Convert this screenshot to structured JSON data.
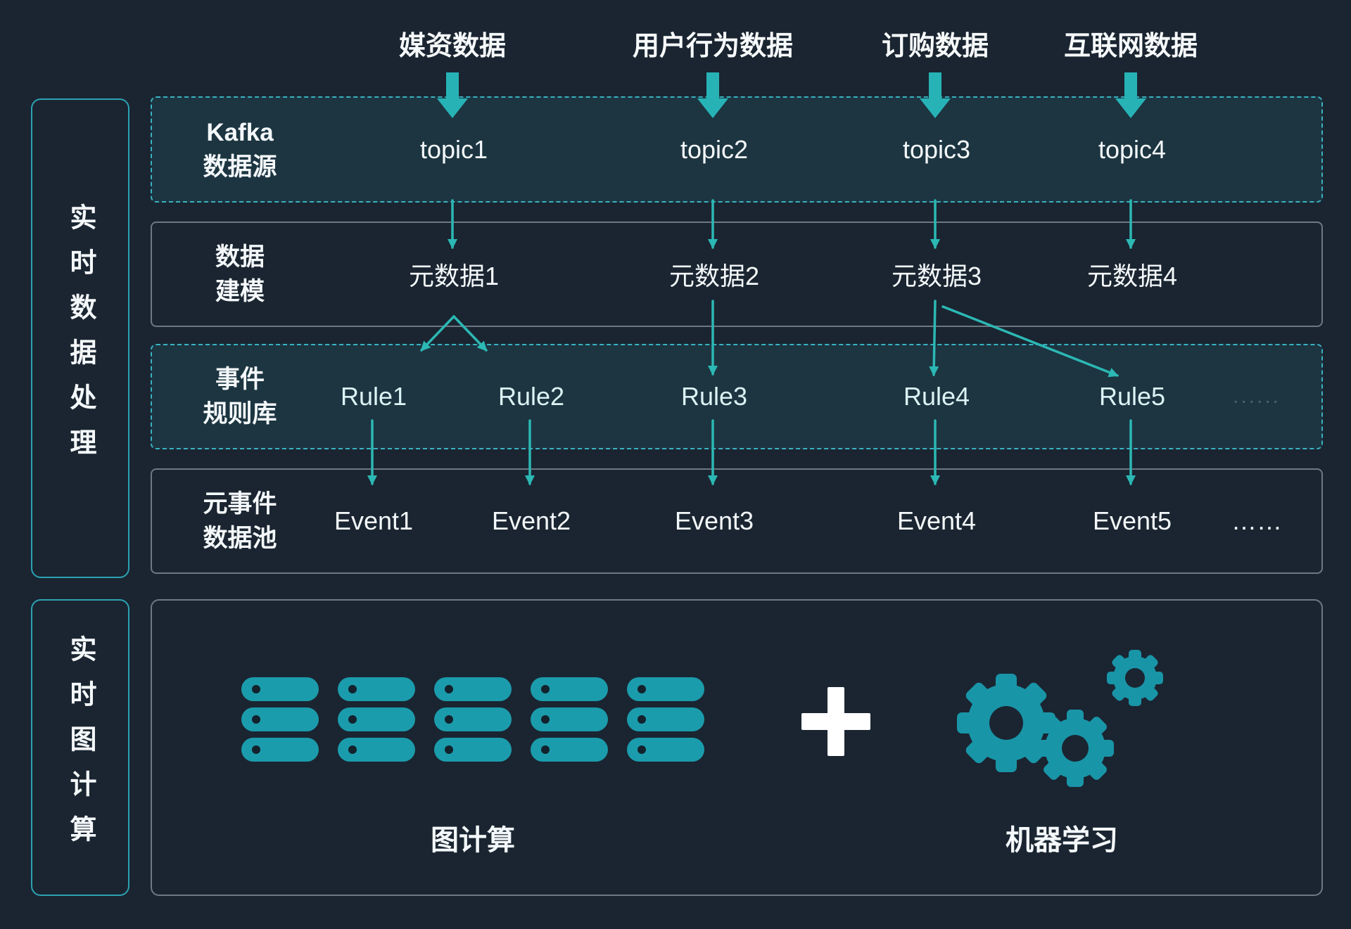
{
  "colors": {
    "background": "#1a2531",
    "accent_teal": "#2cb8b4",
    "band_border_teal": "#3ab2c1",
    "server_teal": "#1b9cac",
    "gear_teal": "#1995a8"
  },
  "sources": [
    "媒资数据",
    "用户行为数据",
    "订购数据",
    "互联网数据"
  ],
  "side_panels": [
    {
      "label": "实时数据处理"
    },
    {
      "label": "实时图计算"
    }
  ],
  "bands": [
    {
      "label_lines": [
        "Kafka",
        "数据源"
      ],
      "items": [
        "topic1",
        "topic2",
        "topic3",
        "topic4"
      ]
    },
    {
      "label_lines": [
        "数据",
        "建模"
      ],
      "items": [
        "元数据1",
        "元数据2",
        "元数据3",
        "元数据4"
      ]
    },
    {
      "label_lines": [
        "事件",
        "规则库"
      ],
      "items": [
        "Rule1",
        "Rule2",
        "Rule3",
        "Rule4",
        "Rule5"
      ],
      "ellipsis": "......"
    },
    {
      "label_lines": [
        "元事件",
        "数据池"
      ],
      "items": [
        "Event1",
        "Event2",
        "Event3",
        "Event4",
        "Event5"
      ],
      "ellipsis": "……"
    }
  ],
  "bottom": {
    "graph_label": "图计算",
    "ml_label": "机器学习",
    "plus": "+"
  }
}
